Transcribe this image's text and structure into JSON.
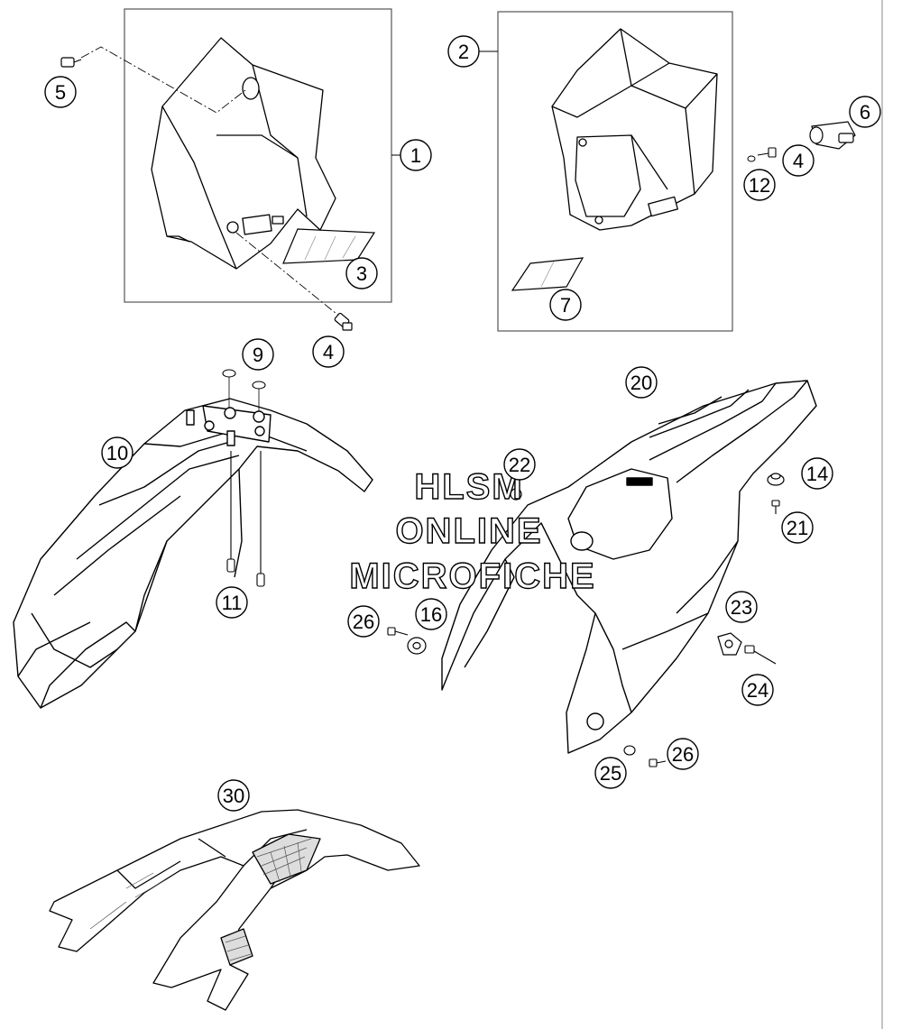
{
  "watermark": {
    "line1": "HLSM",
    "line2": "ONLINE",
    "line3": "MICROFICHE"
  },
  "callouts": {
    "c1": "1",
    "c2": "2",
    "c3": "3",
    "c4a": "4",
    "c4b": "4",
    "c5": "5",
    "c6": "6",
    "c7": "7",
    "c9": "9",
    "c10": "10",
    "c11": "11",
    "c12": "12",
    "c14": "14",
    "c16": "16",
    "c20": "20",
    "c21": "21",
    "c22": "22",
    "c23": "23",
    "c24": "24",
    "c25": "25",
    "c26a": "26",
    "c26b": "26",
    "c30": "30"
  },
  "colors": {
    "line": "#000000",
    "background": "#ffffff",
    "box": "#555555"
  }
}
